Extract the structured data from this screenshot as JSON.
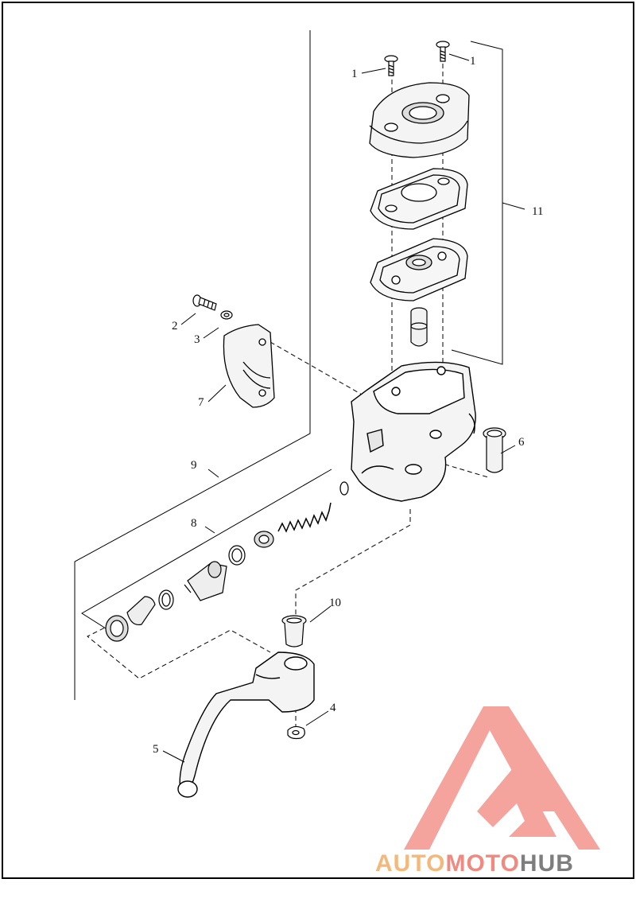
{
  "callouts": {
    "c1a": "1",
    "c1b": "1",
    "c2": "2",
    "c3": "3",
    "c4": "4",
    "c5": "5",
    "c6": "6",
    "c7": "7",
    "c8": "8",
    "c9": "9",
    "c10": "10",
    "c11": "11"
  },
  "watermark": {
    "part1": "AUTO",
    "part2": "MOTO",
    "part3": "HUB",
    "colors": {
      "auto": "#f4b87a",
      "moto": "#f08a80",
      "hub": "#7e7e7e",
      "triangle": "#f39b93"
    }
  }
}
